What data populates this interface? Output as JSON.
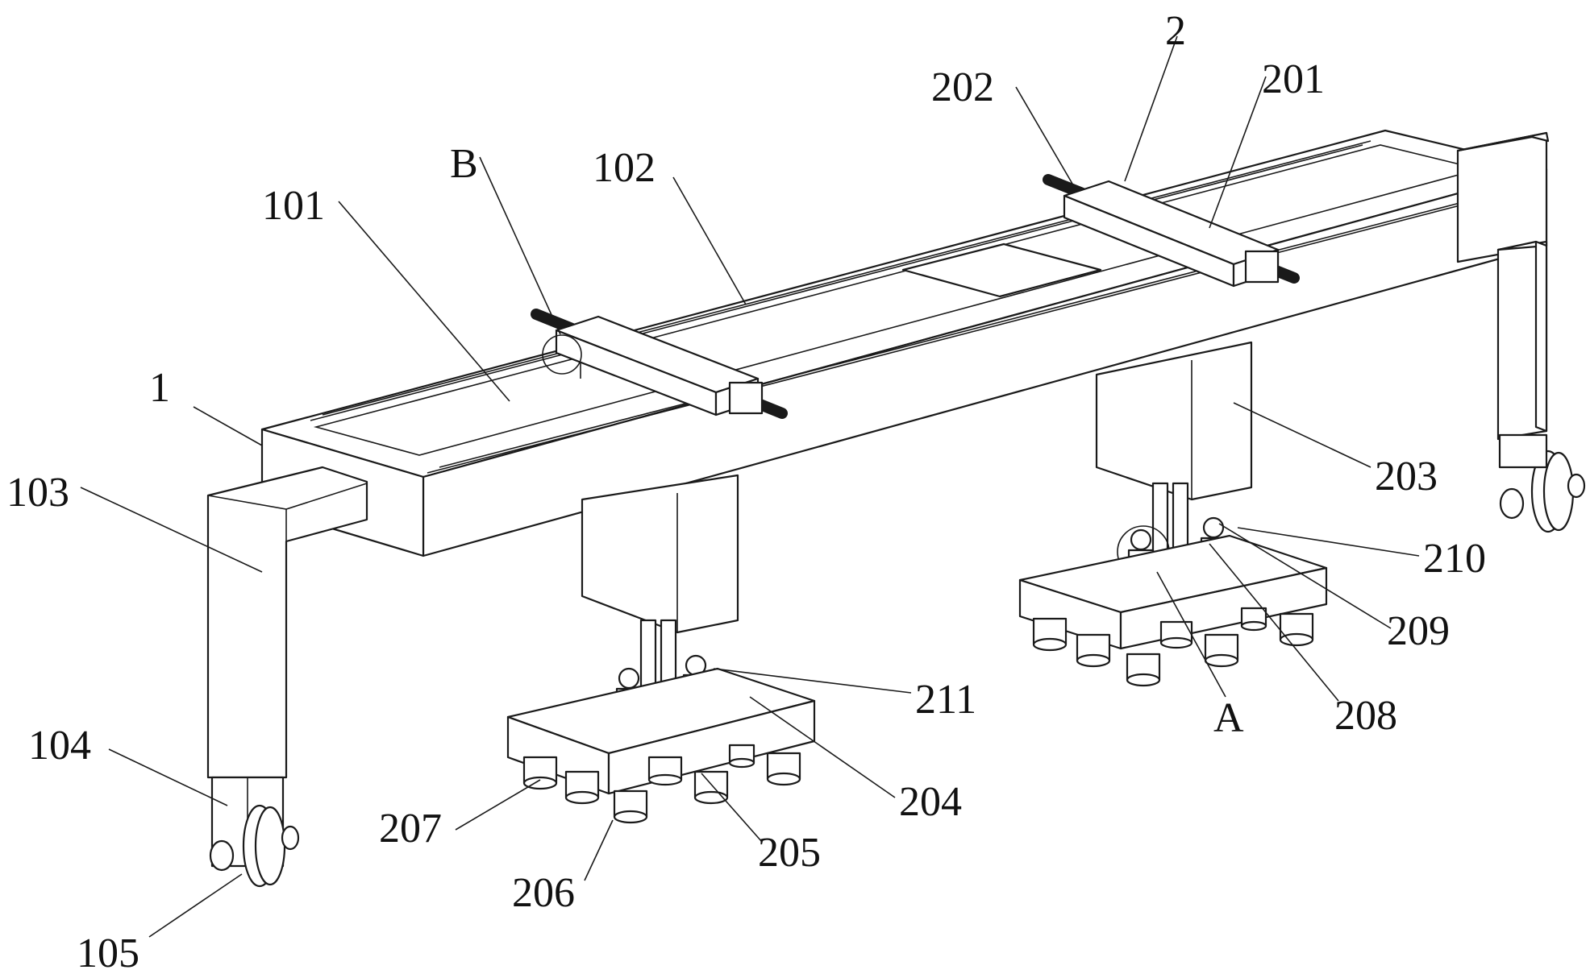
{
  "diagram": {
    "labels": [
      {
        "id": "1",
        "text": "1"
      },
      {
        "id": "101",
        "text": "101"
      },
      {
        "id": "102",
        "text": "102"
      },
      {
        "id": "103",
        "text": "103"
      },
      {
        "id": "104",
        "text": "104"
      },
      {
        "id": "105",
        "text": "105"
      },
      {
        "id": "2",
        "text": "2"
      },
      {
        "id": "201",
        "text": "201"
      },
      {
        "id": "202",
        "text": "202"
      },
      {
        "id": "203",
        "text": "203"
      },
      {
        "id": "204",
        "text": "204"
      },
      {
        "id": "205",
        "text": "205"
      },
      {
        "id": "206",
        "text": "206"
      },
      {
        "id": "207",
        "text": "207"
      },
      {
        "id": "208",
        "text": "208"
      },
      {
        "id": "209",
        "text": "209"
      },
      {
        "id": "210",
        "text": "210"
      },
      {
        "id": "211",
        "text": "211"
      },
      {
        "id": "A",
        "text": "A"
      },
      {
        "id": "B",
        "text": "B"
      }
    ]
  }
}
